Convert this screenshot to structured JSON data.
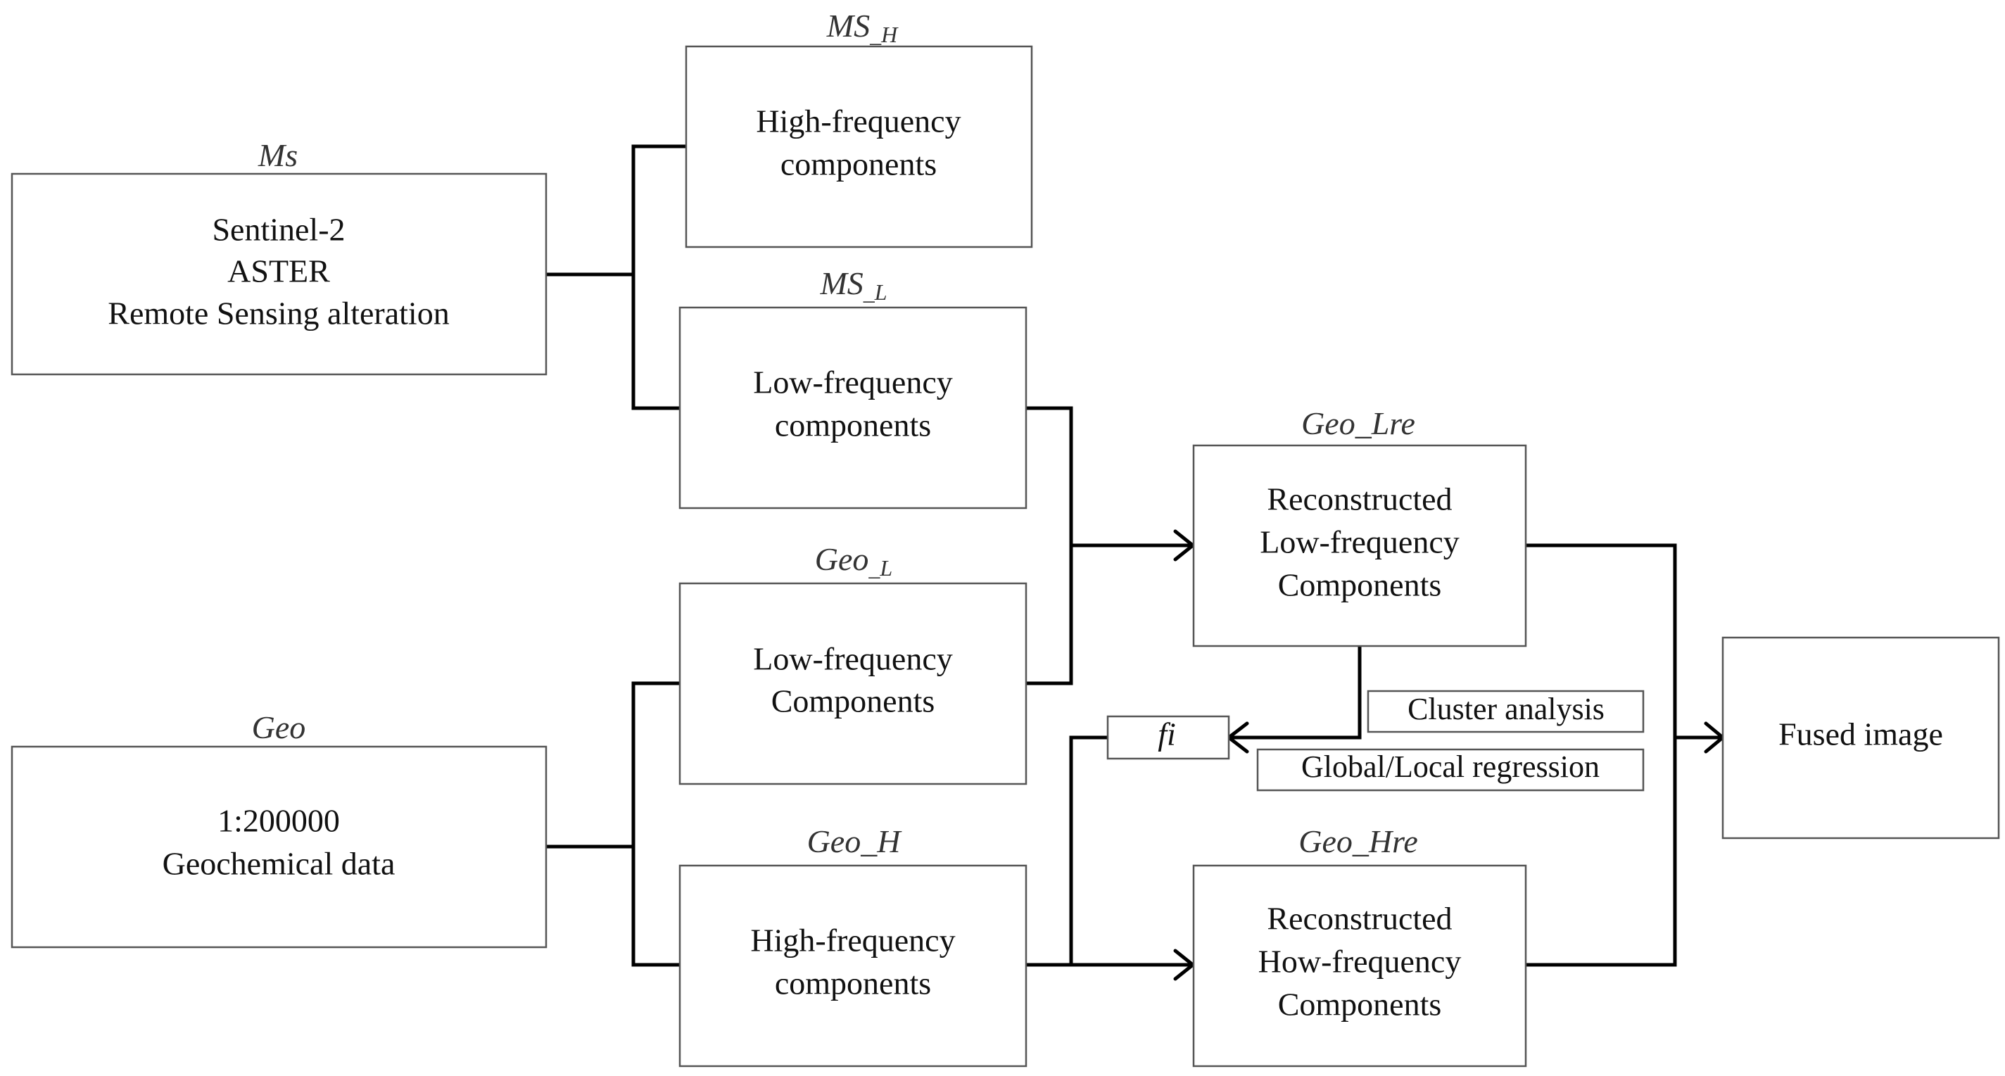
{
  "nodes": {
    "ms": {
      "label": "Ms",
      "lines": [
        "Sentinel-2",
        "ASTER",
        "Remote Sensing alteration"
      ]
    },
    "geo": {
      "label": "Geo",
      "lines": [
        "1:200000",
        "Geochemical data"
      ]
    },
    "ms_h": {
      "label_main": "MS",
      "label_sub": "_H",
      "lines": [
        "High-frequency",
        "components"
      ]
    },
    "ms_l": {
      "label_main": "MS",
      "label_sub": "_L",
      "lines": [
        "Low-frequency",
        "components"
      ]
    },
    "geo_l": {
      "label_main": "Geo",
      "label_sub": "_L",
      "lines": [
        "Low-frequency",
        "Components"
      ]
    },
    "geo_h": {
      "label": "Geo_H",
      "lines": [
        "High-frequency",
        "components"
      ]
    },
    "geo_lre": {
      "label": "Geo_Lre",
      "lines": [
        "Reconstructed",
        "Low-frequency",
        "Components"
      ]
    },
    "geo_hre": {
      "label": "Geo_Hre",
      "lines": [
        "Reconstructed",
        "How-frequency",
        "Components"
      ]
    },
    "fused": {
      "lines": [
        "Fused image"
      ]
    },
    "fi": {
      "label": "fi"
    },
    "cluster": {
      "label": "Cluster analysis"
    },
    "regression": {
      "label": "Global/Local regression"
    }
  }
}
